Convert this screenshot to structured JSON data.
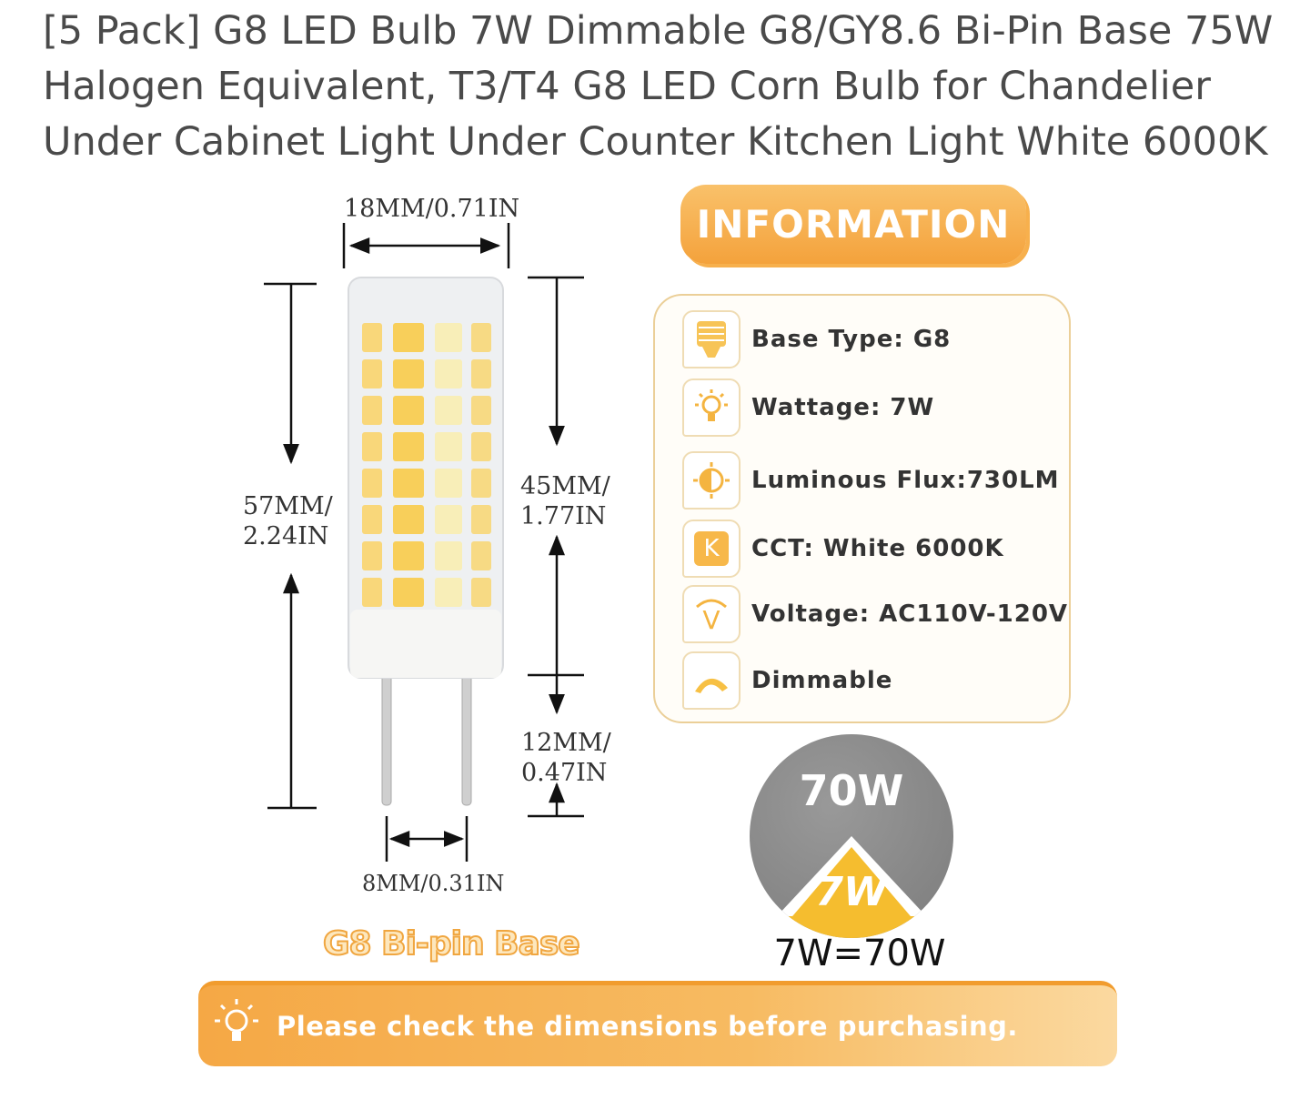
{
  "product": {
    "title": "[5 Pack] G8 LED Bulb 7W Dimmable G8/GY8.6 Bi-Pin Base 75W Halogen Equivalent, T3/T4 G8 LED Corn Bulb for Chandelier Under Cabinet Light Under Counter Kitchen Light White 6000K"
  },
  "image": {
    "dimensions": {
      "width": "18MM/0.71IN",
      "height_total_1": "57MM/",
      "height_total_2": "2.24IN",
      "height_body_1": "45MM/",
      "height_body_2": "1.77IN",
      "pin_length_1": "12MM/",
      "pin_length_2": "0.47IN",
      "pin_spacing": "8MM/0.31IN"
    },
    "base_label": "G8 Bi-pin Base",
    "info_heading": "INFORMATION",
    "specs": [
      {
        "icon": "bulb-base-icon",
        "label": "Base Type: G8"
      },
      {
        "icon": "lightbulb-icon",
        "label": "Wattage: 7W"
      },
      {
        "icon": "luminous-flux-icon",
        "label": "Luminous Flux:730LM"
      },
      {
        "icon": "kelvin-icon",
        "label": "CCT: White 6000K",
        "icon_text": "K"
      },
      {
        "icon": "voltage-icon",
        "label": "Voltage: AC110V-120V",
        "icon_text": "V"
      },
      {
        "icon": "dimmer-icon",
        "label": "Dimmable"
      }
    ],
    "equivalence": {
      "halogen": "70W",
      "led": "7W",
      "equation": "7W=70W"
    },
    "notice": "Please check the dimensions before purchasing.",
    "colors": {
      "accent": "#f4a23c",
      "gray": "#888888",
      "yellow": "#f7c23a"
    }
  }
}
